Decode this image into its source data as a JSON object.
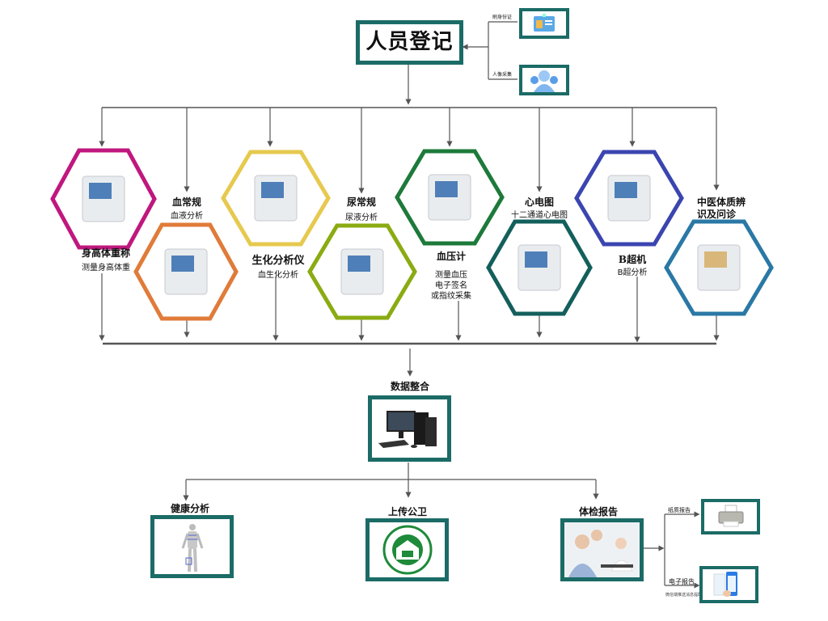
{
  "registration": {
    "title": "人员登记",
    "inputs": [
      {
        "label": "刷身份证",
        "icon": "id-card-icon"
      },
      {
        "label": "人像采集",
        "icon": "face-capture-icon"
      }
    ]
  },
  "devices": [
    {
      "name": "身高体重称",
      "desc": [
        "测量身高体重"
      ],
      "color": "#c0177f",
      "icon": "height-weight-scale-icon"
    },
    {
      "name": "血常规",
      "desc": [
        "血液分析"
      ],
      "color": "#e07b39",
      "icon": "blood-analyzer-icon"
    },
    {
      "name": "生化分析仪",
      "desc": [
        "血生化分析"
      ],
      "color": "#e6c94e",
      "icon": "biochemistry-analyzer-icon"
    },
    {
      "name": "尿常规",
      "desc": [
        "尿液分析"
      ],
      "color": "#8aab12",
      "icon": "urine-analyzer-icon"
    },
    {
      "name": "血压计",
      "desc": [
        "测量血压",
        "电子签名",
        "或指纹采集"
      ],
      "color": "#1d7a3a",
      "icon": "blood-pressure-monitor-icon"
    },
    {
      "name": "心电图",
      "desc": [
        "十二通道心电图"
      ],
      "color": "#135f5c",
      "icon": "ecg-machine-icon"
    },
    {
      "name": "B超机",
      "desc": [
        "B超分析"
      ],
      "color": "#3b45b0",
      "icon": "ultrasound-machine-icon"
    },
    {
      "name": "中医体质辨识及问诊",
      "name_lines": [
        "中医体质辨",
        "识及问诊"
      ],
      "desc": [],
      "color": "#2a78a5",
      "icon": "tcm-constitution-poster-icon"
    }
  ],
  "integration": {
    "title": "数据整合",
    "icon": "desktop-computer-icon"
  },
  "outputs": [
    {
      "title": "健康分析",
      "icon": "body-model-icon"
    },
    {
      "title": "上传公卫",
      "icon": "public-health-logo-icon"
    },
    {
      "title": "体检报告",
      "icon": "checkup-photo-icon"
    }
  ],
  "report_types": [
    {
      "label": "纸质报告",
      "icon": "printer-icon",
      "note": ""
    },
    {
      "label": "电子报告",
      "icon": "mobile-report-icon",
      "note": "微信端推送消息提醒"
    }
  ],
  "colors": {
    "box_border": "#1b6b66",
    "line": "#555555"
  }
}
